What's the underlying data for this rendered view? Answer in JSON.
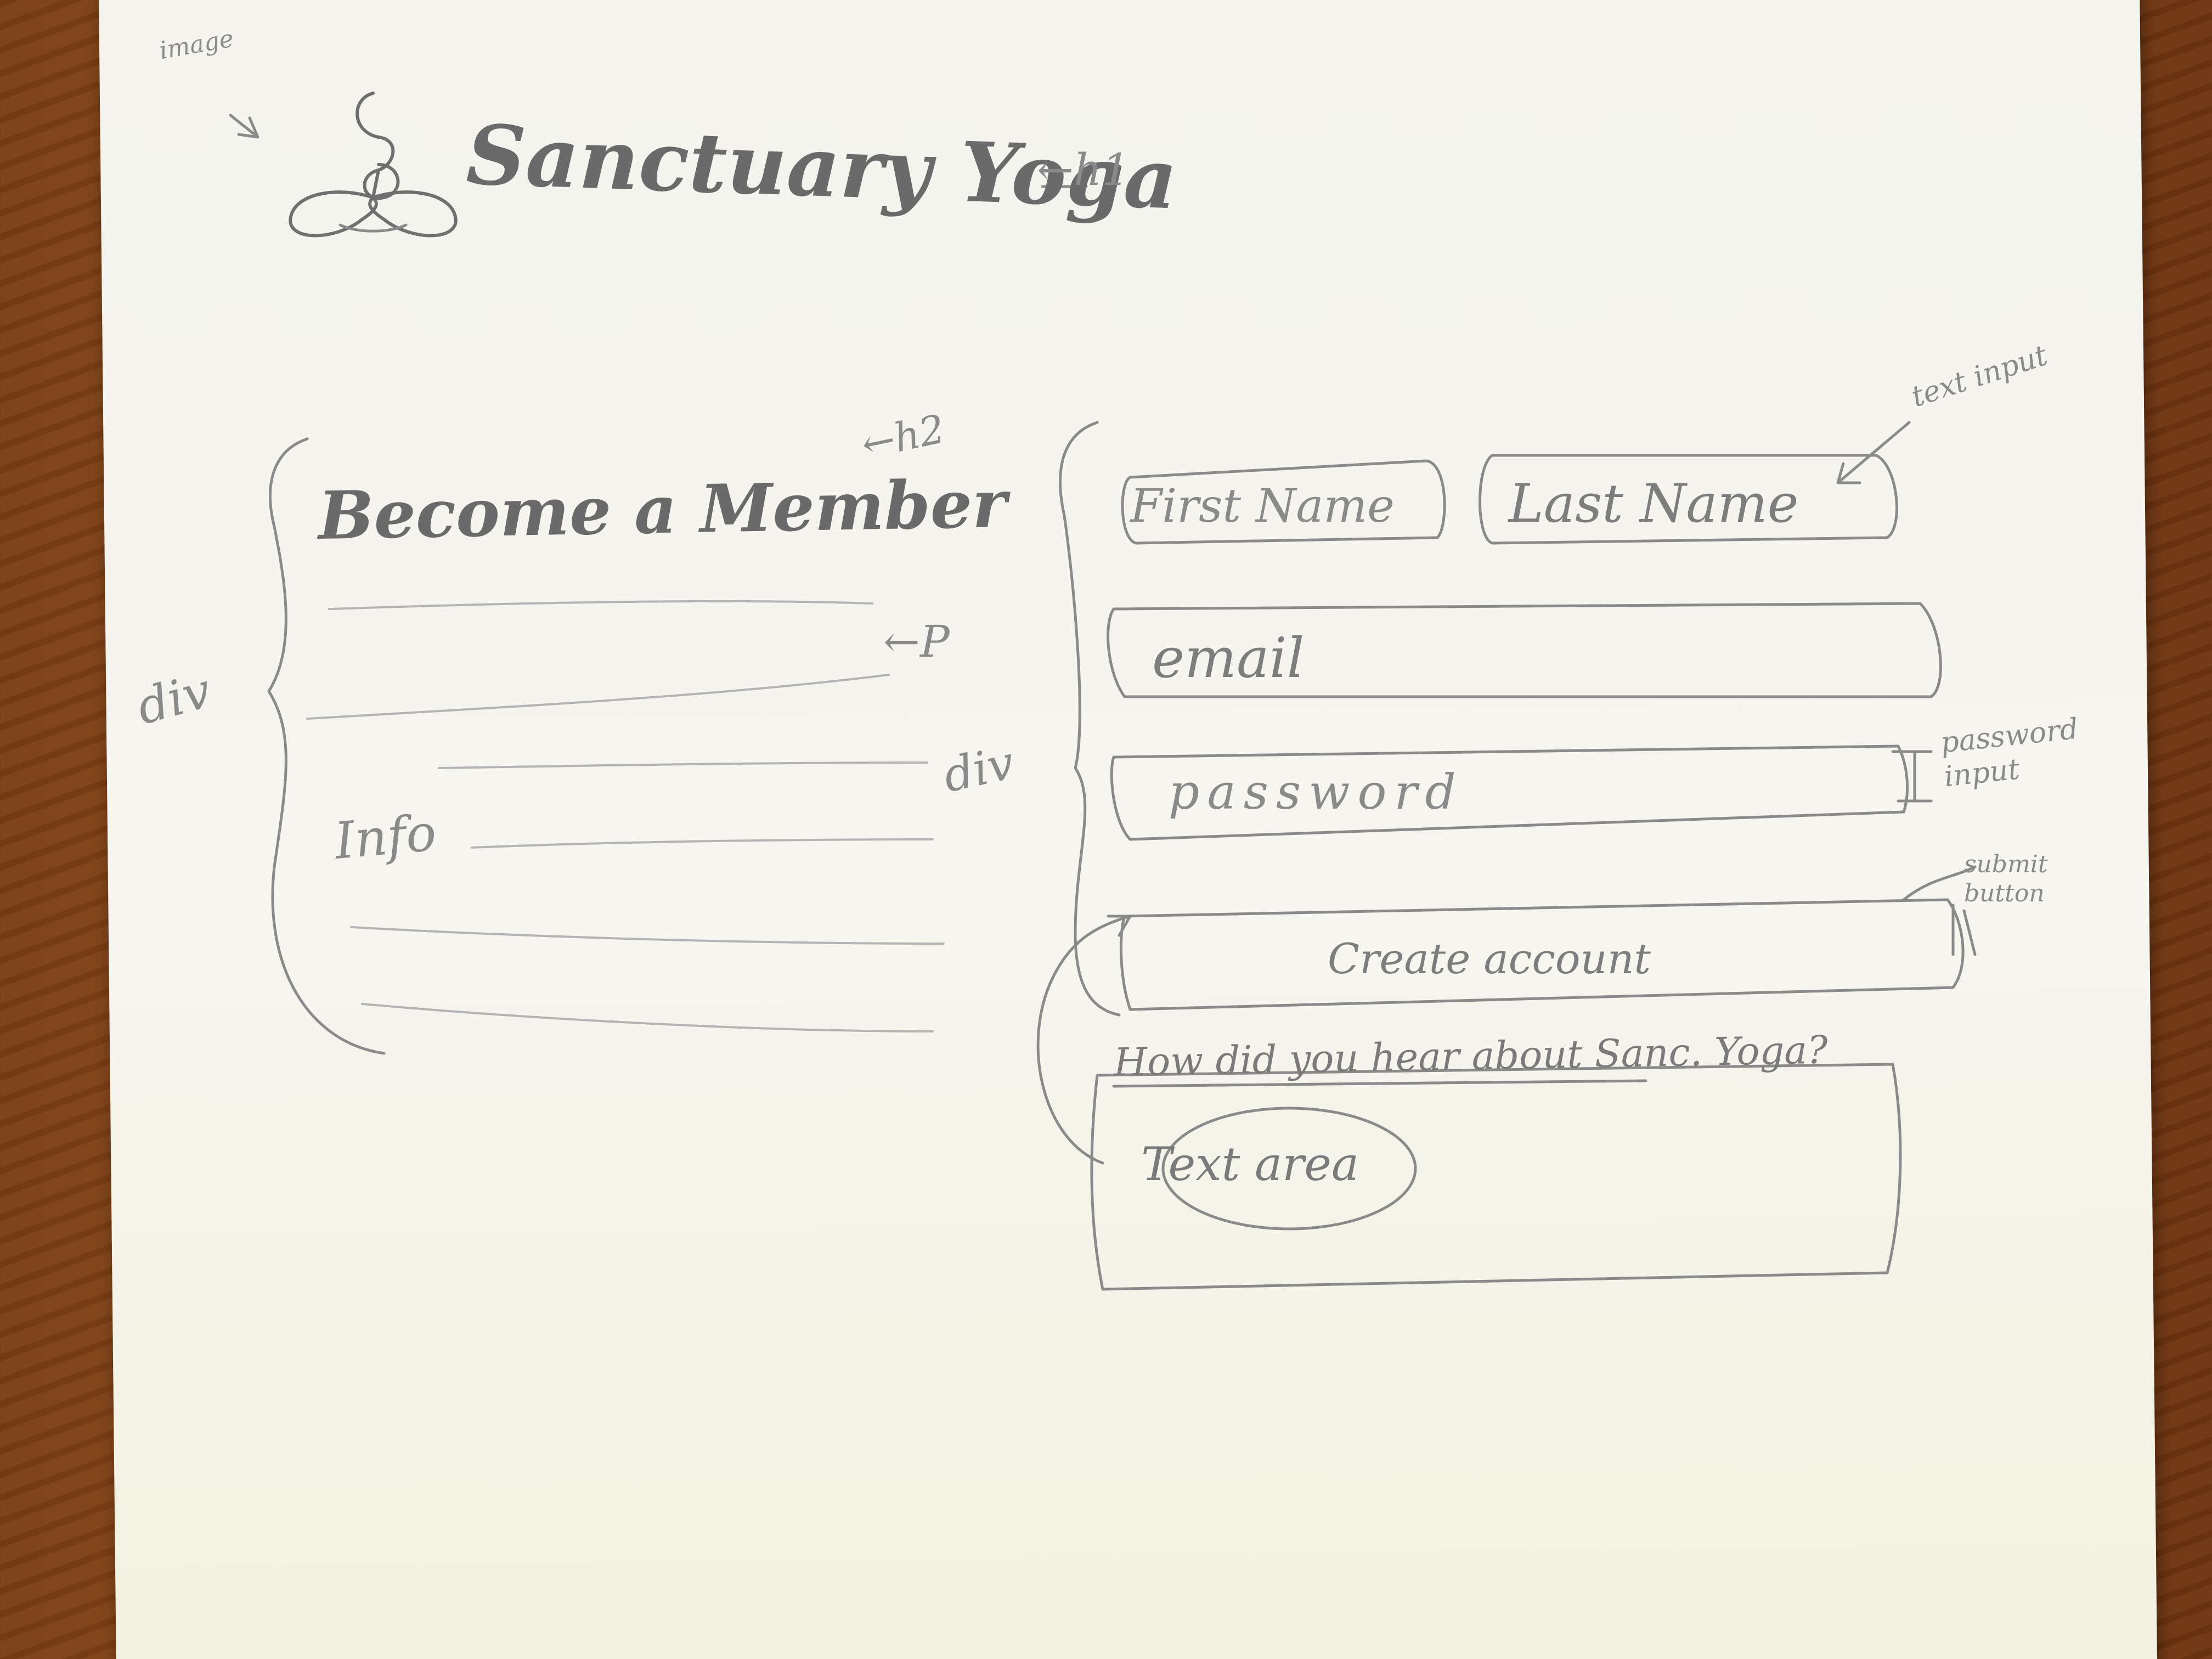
{
  "annotations": {
    "image": "image",
    "h1": "←h1",
    "h2": "←h2",
    "p": "←P",
    "div_left": "div",
    "div_right": "div",
    "text_input": "text input",
    "password_input": "password input",
    "submit_button": "submit button"
  },
  "header": {
    "site_title": "Sanctuary Yoga"
  },
  "left_column": {
    "heading": "Become a Member",
    "info_label": "Info"
  },
  "form": {
    "first_name_placeholder": "First Name",
    "last_name_placeholder": "Last Name",
    "email_placeholder": "email",
    "password_placeholder": "password",
    "create_account_label": "Create account",
    "hear_about_question": "How did you hear about Sanc. Yoga?",
    "textarea_placeholder": "Text area"
  },
  "icons": {
    "logo": "yoga-figure-icon"
  }
}
